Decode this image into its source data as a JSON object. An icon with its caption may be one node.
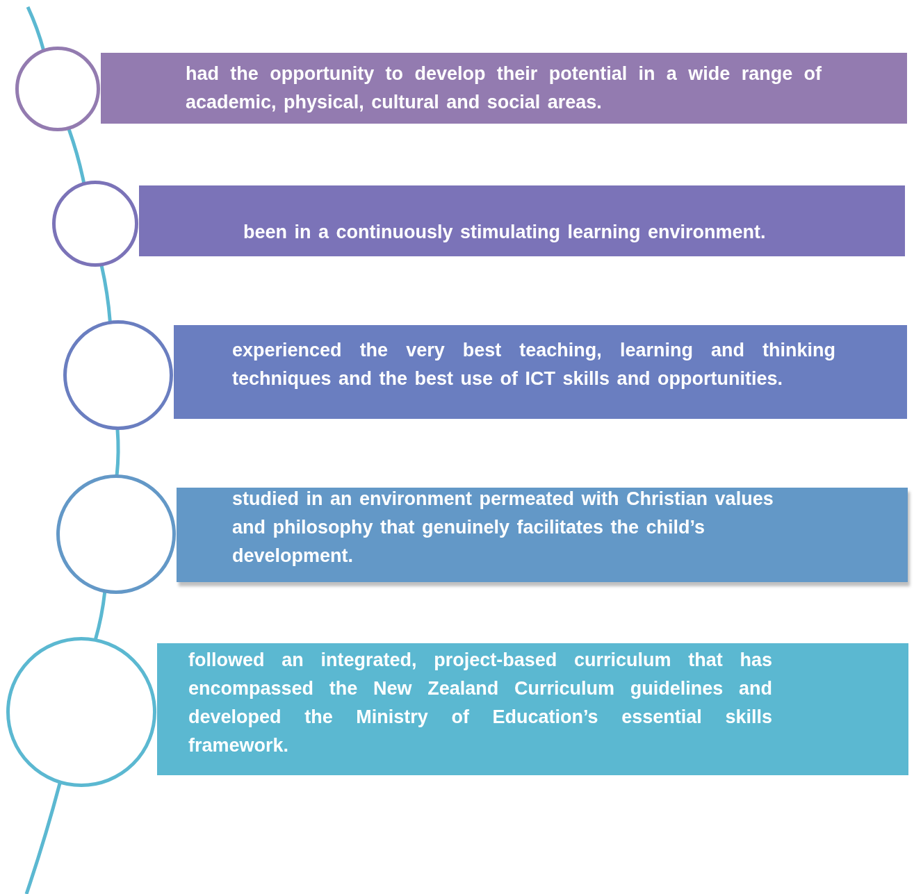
{
  "diagram": {
    "nodes": [
      {
        "text": [],
        "shape": "circle"
      },
      {
        "text": [
          "had the opportunity to develop their potential in a wide range of academic, physical, cultural and social areas."
        ]
      },
      {
        "text": [],
        "shape": "circle"
      },
      {
        "text": [
          "been in a continuously stimulating learning environment."
        ]
      },
      {
        "text": [],
        "shape": "circle"
      },
      {
        "text": [
          "experienced the very best teaching, learning and thinking techniques and the best use of ICT skills and opportunities."
        ]
      },
      {
        "text": [],
        "shape": "circle"
      },
      {
        "text": [
          "studied in an environment permeated with Christian values and philosophy that genuinely facilitates the child’s development."
        ]
      },
      {
        "text": [],
        "shape": "circle"
      },
      {
        "text": [
          "followed an integrated, project-based curriculum that has encompassed the New Zealand Curriculum guidelines and developed the Ministry of Education’s essential skills framework."
        ]
      }
    ],
    "edges": [
      {
        "from": null,
        "to": 0,
        "arrow": "none"
      },
      {
        "from": 0,
        "to": 2,
        "arrow": "none"
      },
      {
        "from": 2,
        "to": 4,
        "arrow": "none"
      },
      {
        "from": 4,
        "to": 6,
        "arrow": "none"
      },
      {
        "from": 6,
        "to": 8,
        "arrow": "none"
      },
      {
        "from": 8,
        "to": null,
        "arrow": "none"
      }
    ]
  }
}
